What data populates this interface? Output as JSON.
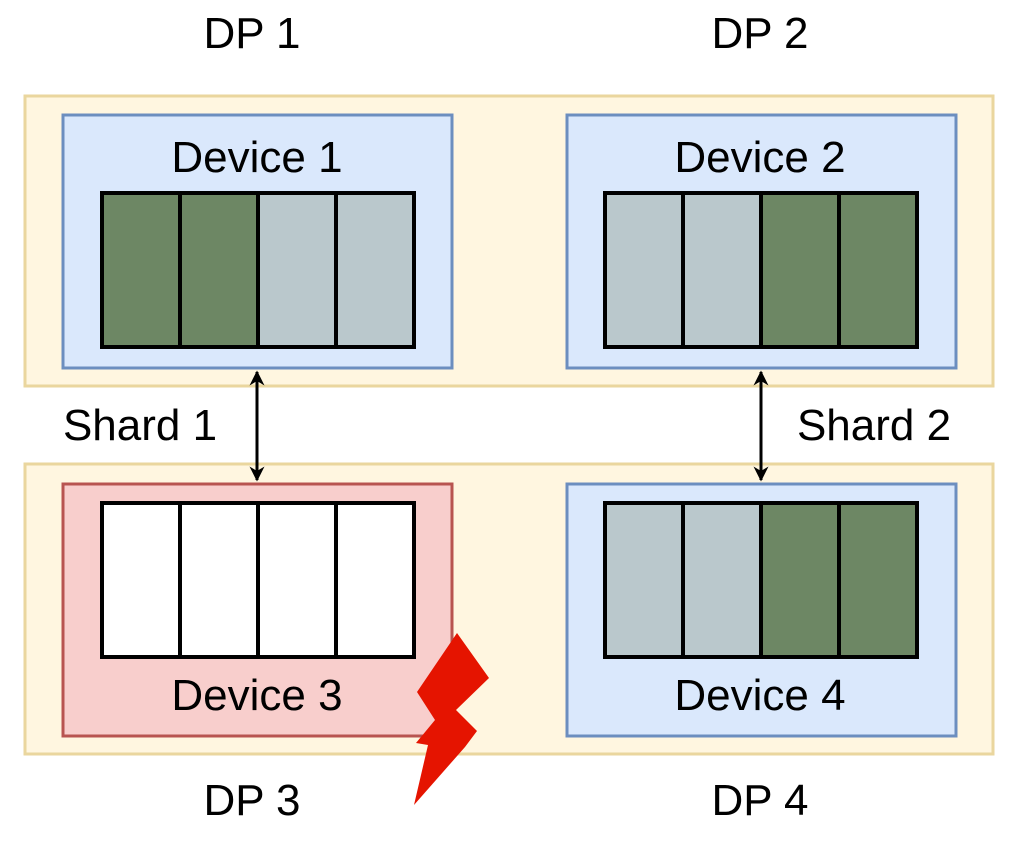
{
  "colors": {
    "group_fill": "#fff6e0",
    "group_stroke": "#ead69e",
    "device_fill": "#dae8fc",
    "device_stroke": "#6c8ebf",
    "failed_fill": "#f8cecc",
    "failed_stroke": "#b85450",
    "cell_green": "#6d8764",
    "cell_gray": "#bac8cc",
    "cell_empty": "#ffffff",
    "lightning": "#e51400"
  },
  "dp_labels": [
    "DP 1",
    "DP 2",
    "DP 3",
    "DP 4"
  ],
  "devices": [
    {
      "label": "Device 1",
      "cells": [
        "green",
        "green",
        "gray",
        "gray"
      ],
      "failed": false
    },
    {
      "label": "Device 2",
      "cells": [
        "gray",
        "gray",
        "green",
        "green"
      ],
      "failed": false
    },
    {
      "label": "Device 3",
      "cells": [
        "empty",
        "empty",
        "empty",
        "empty"
      ],
      "failed": true
    },
    {
      "label": "Device 4",
      "cells": [
        "gray",
        "gray",
        "green",
        "green"
      ],
      "failed": false
    }
  ],
  "shards": [
    "Shard 1",
    "Shard 2"
  ],
  "failure_icon": "lightning-bolt"
}
